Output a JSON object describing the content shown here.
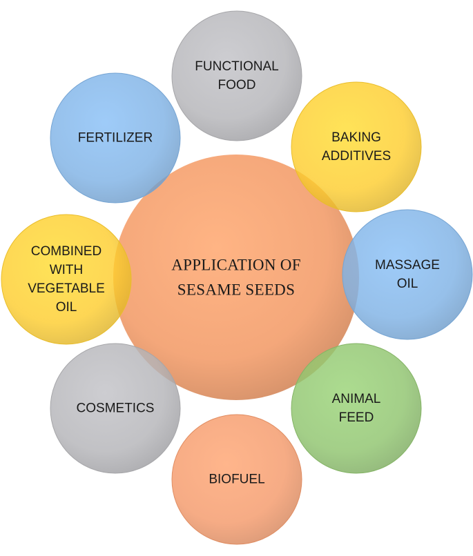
{
  "diagram": {
    "center": {
      "lines": [
        "APPLICATION OF",
        "SESAME SEEDS"
      ],
      "color": "#F4A77A"
    },
    "satellites": [
      {
        "id": "functional-food",
        "lines": [
          "FUNCTIONAL",
          "FOOD"
        ],
        "color": "#B4B4B8"
      },
      {
        "id": "baking-additives",
        "lines": [
          "BAKING",
          "ADDITIVES"
        ],
        "color": "#FDCD2F"
      },
      {
        "id": "massage-oil",
        "lines": [
          "MASSAGE",
          "OIL"
        ],
        "color": "#7FB2E5"
      },
      {
        "id": "animal-feed",
        "lines": [
          "ANIMAL",
          "FEED"
        ],
        "color": "#8FC46E"
      },
      {
        "id": "biofuel",
        "lines": [
          "BIOFUEL"
        ],
        "color": "#F4996A"
      },
      {
        "id": "cosmetics",
        "lines": [
          "COSMETICS"
        ],
        "color": "#B4B4B8"
      },
      {
        "id": "combined-with-vegetable-oil",
        "lines": [
          "COMBINED",
          "WITH",
          "VEGETABLE",
          "OIL"
        ],
        "color": "#FDCD2F"
      },
      {
        "id": "fertilizer",
        "lines": [
          "FERTILIZER"
        ],
        "color": "#7FB2E5"
      }
    ]
  }
}
